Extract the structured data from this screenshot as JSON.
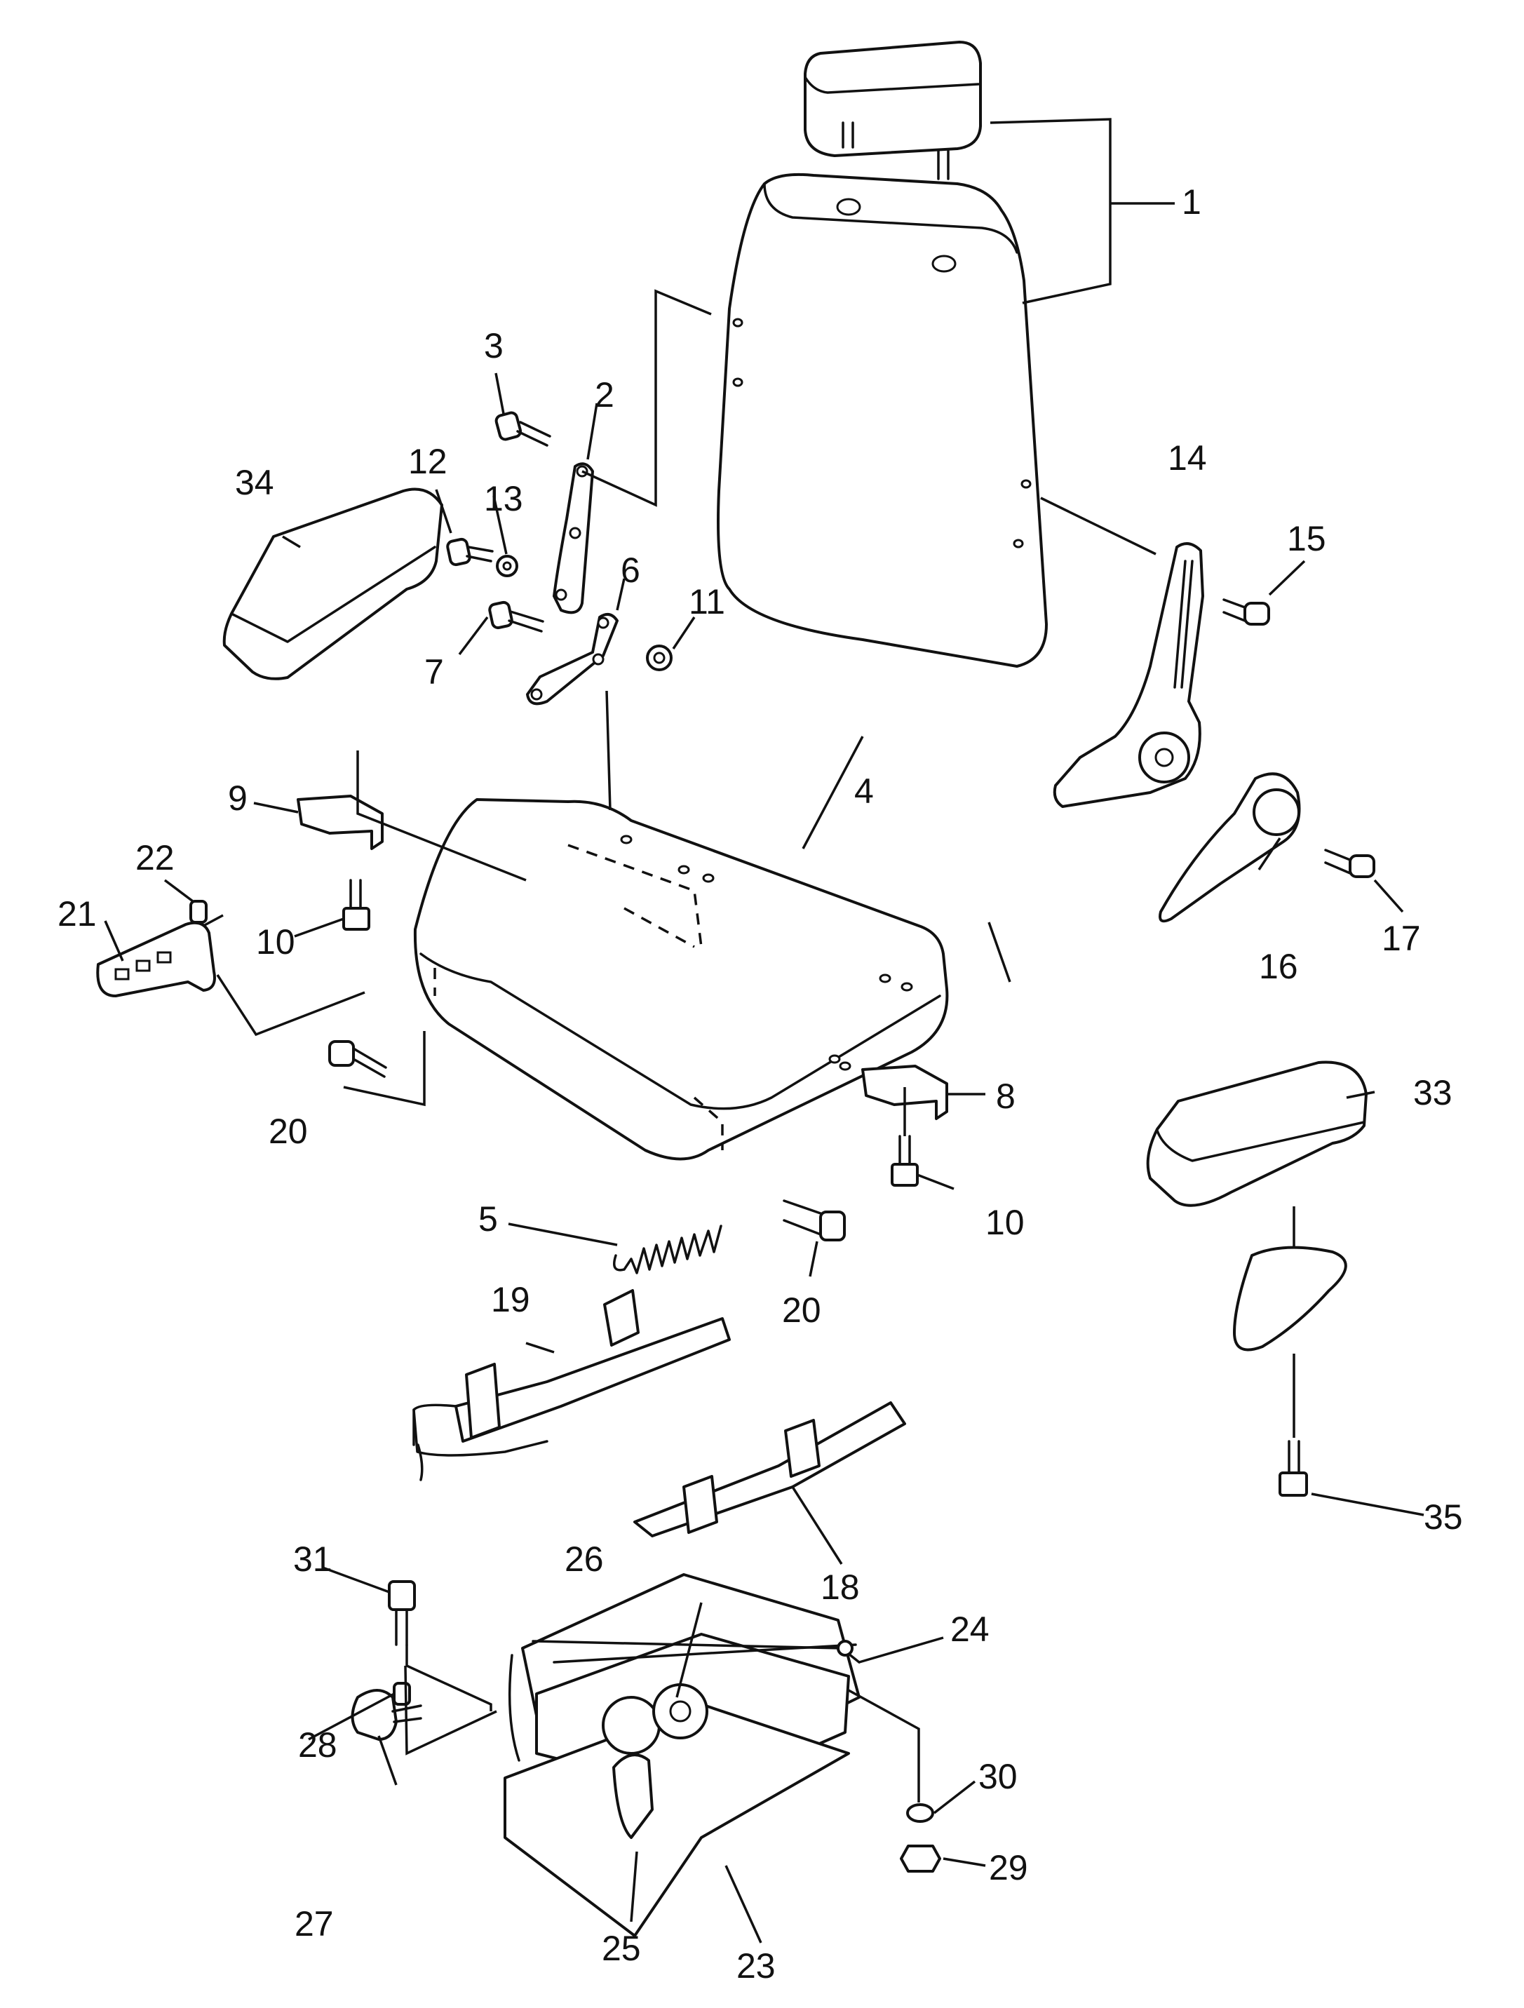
{
  "callouts": [
    "1",
    "2",
    "3",
    "4",
    "5",
    "6",
    "7",
    "8",
    "9",
    "10",
    "10",
    "11",
    "12",
    "13",
    "14",
    "15",
    "16",
    "17",
    "18",
    "19",
    "20",
    "20",
    "21",
    "22",
    "23",
    "24",
    "25",
    "26",
    "27",
    "28",
    "29",
    "30",
    "31",
    "33",
    "34",
    "35"
  ]
}
